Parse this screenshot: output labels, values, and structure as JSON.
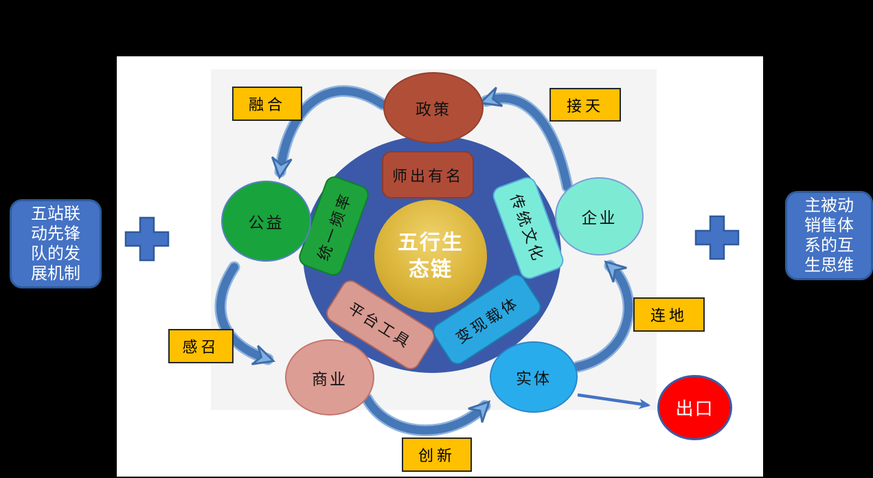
{
  "palette": {
    "page_background": "#000000",
    "slide_background": "#FFFFFF",
    "panel_background": "#F4F4F4",
    "ring_blue": "#3B59A8",
    "gold_center": "#D9B237",
    "policy_brick": "#AF4C38",
    "public_green": "#18A33C",
    "enterprise_aqua": "#7DEBD4",
    "business_pink": "#DC9D95",
    "entity_blue": "#29ACEC",
    "exit_red": "#FF0000",
    "label_yellow": "#FFC000",
    "note_blue": "#4472C4",
    "arrow_blue": "#4677B7"
  },
  "center": {
    "full_text": "五行生态链",
    "lines": [
      "五行生",
      "态链"
    ]
  },
  "petals": [
    {
      "id": "honorable-cause",
      "label": "师出有名"
    },
    {
      "id": "unified-frequency",
      "label": "统一频率"
    },
    {
      "id": "traditional-culture",
      "label": "传统文化"
    },
    {
      "id": "platform-tools",
      "label": "平台工具"
    },
    {
      "id": "monetization-carrier",
      "label": "变现载体"
    }
  ],
  "nodes": [
    {
      "id": "policy",
      "label": "政策"
    },
    {
      "id": "public-welfare",
      "label": "公益"
    },
    {
      "id": "enterprise",
      "label": "企业"
    },
    {
      "id": "business",
      "label": "商业"
    },
    {
      "id": "entity",
      "label": "实体"
    },
    {
      "id": "exit",
      "label": "出口"
    }
  ],
  "edge_labels": [
    {
      "id": "fusion",
      "label": "融合"
    },
    {
      "id": "connect-sky",
      "label": "接天"
    },
    {
      "id": "connect-ground",
      "label": "连地"
    },
    {
      "id": "inspiration",
      "label": "感召"
    },
    {
      "id": "innovation",
      "label": "创新"
    }
  ],
  "sides": {
    "left": {
      "full_text": "五站联动先锋队的发展机制",
      "lines": [
        "五站联",
        "动先锋",
        "队的发",
        "展机制"
      ]
    },
    "right": {
      "full_text": "主被动销售体系的互生思维",
      "lines": [
        "主被动",
        "销售体",
        "系的互",
        "生思维"
      ]
    }
  }
}
